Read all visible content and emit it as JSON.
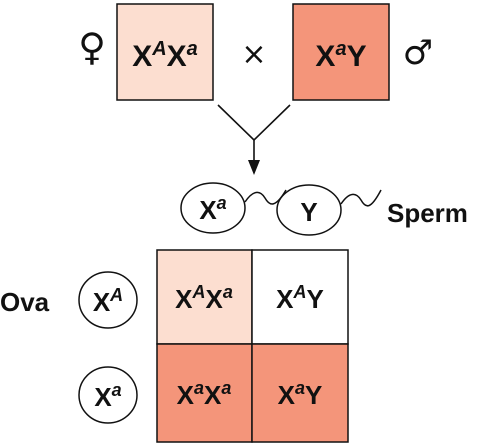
{
  "colors": {
    "heterozygous_female": "#fcded0",
    "recessive": "#f4957a",
    "dominant_male": "#ffffff",
    "outline": "#111111"
  },
  "parents": {
    "female_symbol": "♀",
    "male_symbol": "♂",
    "cross_symbol": "×",
    "female_genotype": {
      "base1": "X",
      "sup1": "A",
      "base2": "X",
      "sup2": "a"
    },
    "male_genotype": {
      "base1": "X",
      "sup1": "a",
      "base2": "Y"
    }
  },
  "sperm": {
    "label": "Sperm",
    "cells": [
      {
        "base": "X",
        "sup": "a"
      },
      {
        "base": "Y",
        "sup": ""
      }
    ]
  },
  "ova": {
    "label": "Ova",
    "cells": [
      {
        "base": "X",
        "sup": "A"
      },
      {
        "base": "X",
        "sup": "a"
      }
    ]
  },
  "punnett": [
    [
      {
        "base1": "X",
        "sup1": "A",
        "base2": "X",
        "sup2": "a",
        "fill": "heterozygous_female"
      },
      {
        "base1": "X",
        "sup1": "A",
        "base2": "Y",
        "sup2": "",
        "fill": "dominant_male"
      }
    ],
    [
      {
        "base1": "X",
        "sup1": "a",
        "base2": "X",
        "sup2": "a",
        "fill": "recessive"
      },
      {
        "base1": "X",
        "sup1": "a",
        "base2": "Y",
        "sup2": "",
        "fill": "recessive"
      }
    ]
  ]
}
